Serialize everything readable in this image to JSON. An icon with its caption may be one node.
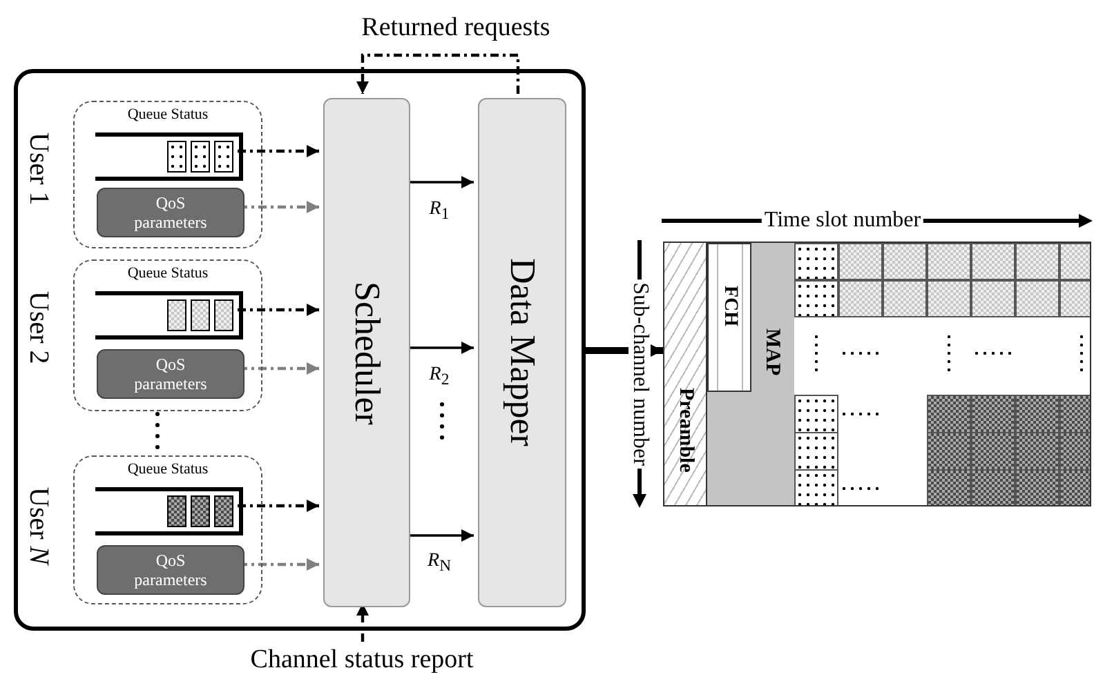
{
  "diagram": {
    "nodes": [
      {
        "text": [],
        "shape": "box"
      },
      {
        "text": [
          "User 1",
          "Queue Status"
        ],
        "in": 0
      },
      {
        "text": [],
        "shape": "box",
        "in": 1
      },
      {
        "text": [
          "QoS parameters"
        ],
        "in": 1
      },
      {
        "text": [
          "User 2",
          "Queue Status"
        ],
        "in": 0
      },
      {
        "text": [],
        "shape": "box",
        "in": 4
      },
      {
        "text": [
          "QoS parameters"
        ],
        "in": 4
      },
      {
        "text": [
          "User *N*",
          "Queue Status"
        ],
        "in": 0
      },
      {
        "text": [],
        "shape": "box",
        "in": 7
      },
      {
        "text": [
          "QoS parameters"
        ],
        "in": 7
      },
      {
        "text": [
          "Scheduler"
        ],
        "in": 0
      },
      {
        "text": [
          "Data Mapper"
        ],
        "in": 0
      },
      {
        "text": [],
        "shape": "box"
      },
      {
        "text": [
          "Preamble"
        ],
        "in": 12
      },
      {
        "text": [
          "MAP"
        ],
        "in": 12
      },
      {
        "text": [
          "FCH"
        ],
        "in": 14
      }
    ],
    "edges": [
      {
        "from": 2,
        "to": 10,
        "arrow": "to",
        "style": "dashed"
      },
      {
        "from": 3,
        "to": 10,
        "arrow": "to",
        "style": "dashed",
        "color": "#808080"
      },
      {
        "from": 5,
        "to": 10,
        "arrow": "to",
        "style": "dashed"
      },
      {
        "from": 6,
        "to": 10,
        "arrow": "to",
        "style": "dashed",
        "color": "#808080"
      },
      {
        "from": 8,
        "to": 10,
        "arrow": "to",
        "style": "dashed"
      },
      {
        "from": 9,
        "to": 10,
        "arrow": "to",
        "style": "dashed",
        "color": "#808080"
      },
      {
        "from": 10,
        "to": 11,
        "arrow": "to",
        "label": "*R*$_{1}$"
      },
      {
        "from": 10,
        "to": 11,
        "arrow": "to",
        "label": "*R*$_{2}$"
      },
      {
        "from": 10,
        "to": 11,
        "arrow": "to",
        "label": "*R*$_{N}$"
      },
      {
        "from": 11,
        "to": 10,
        "arrow": "to",
        "style": "dashed",
        "label": "Returned requests"
      },
      {
        "from": null,
        "to": 10,
        "arrow": "to",
        "style": "dashed",
        "label": "Channel status report"
      },
      {
        "from": 0,
        "to": 12,
        "arrow": "to",
        "style": "thick"
      }
    ],
    "labels": [
      "Time slot number",
      "Sub-channel number"
    ]
  }
}
